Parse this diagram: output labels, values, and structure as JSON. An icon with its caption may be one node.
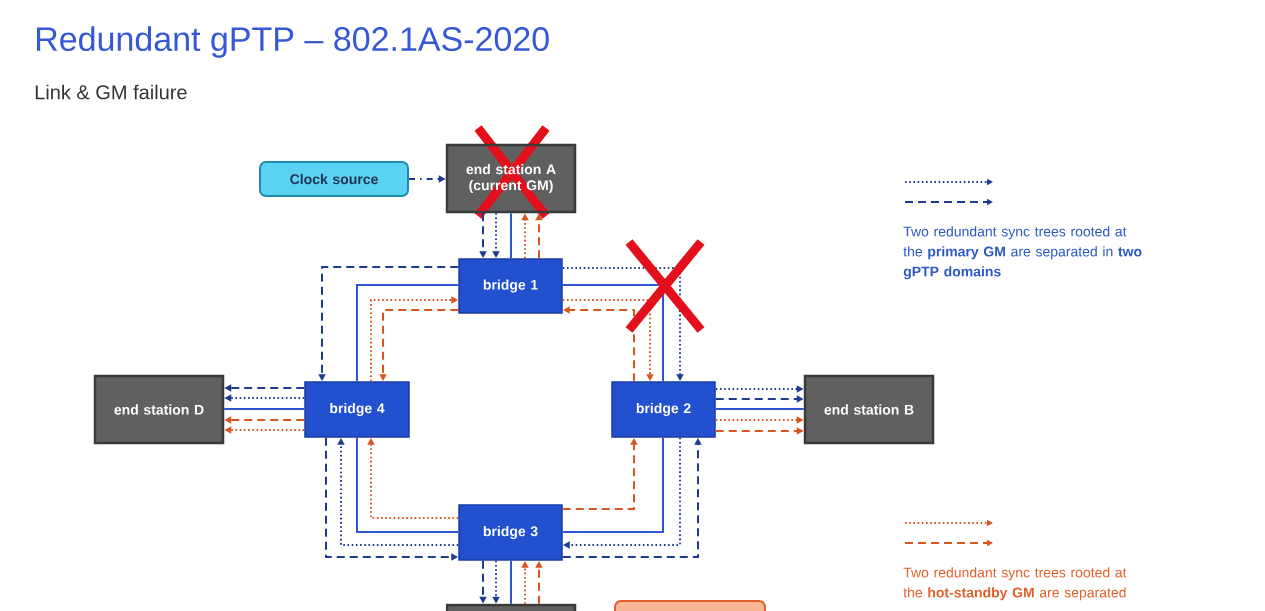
{
  "diagram": {
    "title": "Redundant gPTP – 802.1AS-2020",
    "nodes": [
      {
        "text": [
          "Clock source"
        ]
      },
      {
        "text": [
          "end station A (current GM)"
        ]
      },
      {
        "text": [
          "bridge 1"
        ]
      },
      {
        "text": [
          "end station D"
        ]
      },
      {
        "text": [
          "bridge 4"
        ]
      },
      {
        "text": [
          "bridge 2"
        ]
      },
      {
        "text": [
          "end station B"
        ]
      },
      {
        "text": [
          "bridge 3"
        ]
      },
      {
        "text": [],
        "shape": "box"
      },
      {
        "text": [],
        "shape": "box"
      }
    ],
    "edges": [
      {
        "from": 1,
        "to": 2,
        "arrow": "none",
        "color": "#2f55d4"
      },
      {
        "from": 2,
        "to": 4,
        "arrow": "none",
        "color": "#2f55d4"
      },
      {
        "from": 2,
        "to": 5,
        "arrow": "none",
        "color": "#2f55d4"
      },
      {
        "from": 4,
        "to": 3,
        "arrow": "none",
        "color": "#2f55d4"
      },
      {
        "from": 5,
        "to": 6,
        "arrow": "none",
        "color": "#2f55d4"
      },
      {
        "from": 4,
        "to": 7,
        "arrow": "none",
        "color": "#2f55d4"
      },
      {
        "from": 5,
        "to": 7,
        "arrow": "none",
        "color": "#2f55d4"
      },
      {
        "from": 7,
        "to": 8,
        "arrow": "none",
        "color": "#2f55d4"
      },
      {
        "from": 0,
        "to": 1,
        "arrow": "to",
        "style": "dashed",
        "color": "#1f3a93"
      },
      {
        "from": 1,
        "to": 2,
        "arrow": "to",
        "style": "dashed",
        "color": "#1f3a93"
      },
      {
        "from": 1,
        "to": 2,
        "arrow": "to",
        "style": "dashed",
        "color": "#1f3a93"
      },
      {
        "from": 2,
        "to": 1,
        "arrow": "to",
        "style": "dashed",
        "color": "#d9541e"
      },
      {
        "from": 2,
        "to": 1,
        "arrow": "to",
        "style": "dashed",
        "color": "#d9541e"
      },
      {
        "from": 2,
        "to": 4,
        "arrow": "to",
        "style": "dashed",
        "color": "#1f3a93"
      },
      {
        "from": 2,
        "to": 5,
        "arrow": "to",
        "style": "dashed",
        "color": "#1f3a93"
      },
      {
        "from": 4,
        "to": 2,
        "arrow": "to",
        "style": "dashed",
        "color": "#d9541e"
      },
      {
        "from": 2,
        "to": 4,
        "arrow": "to",
        "style": "dashed",
        "color": "#d9541e"
      },
      {
        "from": 2,
        "to": 5,
        "arrow": "to",
        "style": "dashed",
        "color": "#d9541e"
      },
      {
        "from": 5,
        "to": 2,
        "arrow": "to",
        "style": "dashed",
        "color": "#d9541e"
      },
      {
        "from": 4,
        "to": 3,
        "arrow": "to",
        "style": "dashed",
        "color": "#1f3a93"
      },
      {
        "from": 4,
        "to": 3,
        "arrow": "to",
        "style": "dashed",
        "color": "#1f3a93"
      },
      {
        "from": 4,
        "to": 3,
        "arrow": "to",
        "style": "dashed",
        "color": "#d9541e"
      },
      {
        "from": 4,
        "to": 3,
        "arrow": "to",
        "style": "dashed",
        "color": "#d9541e"
      },
      {
        "from": 5,
        "to": 6,
        "arrow": "to",
        "style": "dashed",
        "color": "#1f3a93"
      },
      {
        "from": 5,
        "to": 6,
        "arrow": "to",
        "style": "dashed",
        "color": "#1f3a93"
      },
      {
        "from": 5,
        "to": 6,
        "arrow": "to",
        "style": "dashed",
        "color": "#d9541e"
      },
      {
        "from": 5,
        "to": 6,
        "arrow": "to",
        "style": "dashed",
        "color": "#d9541e"
      },
      {
        "from": 4,
        "to": 7,
        "arrow": "to",
        "style": "dashed",
        "color": "#1f3a93"
      },
      {
        "from": 7,
        "to": 4,
        "arrow": "to",
        "style": "dashed",
        "color": "#1f3a93"
      },
      {
        "from": 7,
        "to": 4,
        "arrow": "to",
        "style": "dashed",
        "color": "#d9541e"
      },
      {
        "from": 7,
        "to": 5,
        "arrow": "to",
        "style": "dashed",
        "color": "#d9541e"
      },
      {
        "from": 5,
        "to": 7,
        "arrow": "to",
        "style": "dashed",
        "color": "#1f3a93"
      },
      {
        "from": 7,
        "to": 5,
        "arrow": "to",
        "style": "dashed",
        "color": "#1f3a93"
      },
      {
        "from": 7,
        "to": 8,
        "arrow": "to",
        "style": "dashed",
        "color": "#1f3a93"
      },
      {
        "from": 7,
        "to": 8,
        "arrow": "to",
        "style": "dashed",
        "color": "#1f3a93"
      },
      {
        "from": 8,
        "to": 7,
        "arrow": "to",
        "style": "dashed",
        "color": "#d9541e"
      },
      {
        "from": 8,
        "to": 7,
        "arrow": "to",
        "style": "dashed",
        "color": "#d9541e"
      }
    ],
    "labels": [
      "Link & GM failure",
      "Two redundant sync trees rooted at the **primary GM** are separated in **two gPTP domains**",
      "Two redundant sync trees rooted at the **hot-standby GM** are separated"
    ]
  }
}
